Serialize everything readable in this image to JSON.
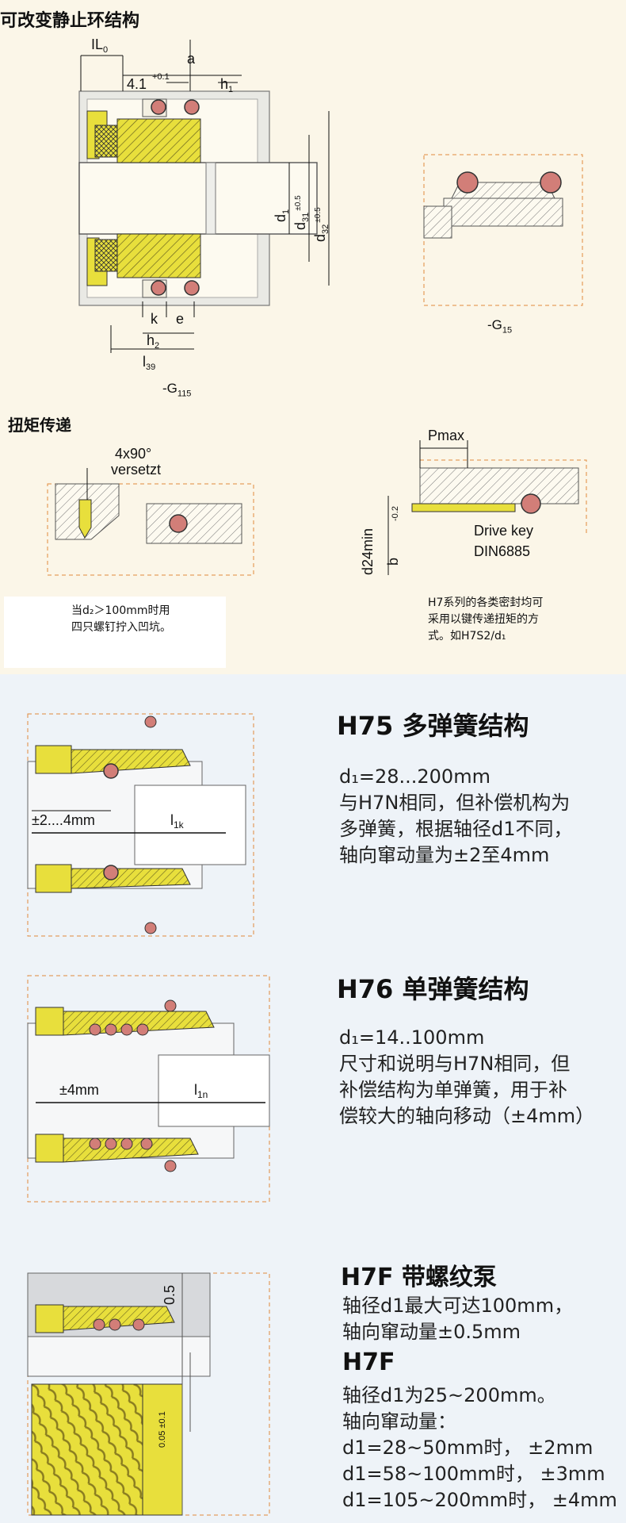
{
  "top": {
    "section_adjustable_title": "可改变静止环结构",
    "section_torque_title": "扭矩传递",
    "labels_main": {
      "IL0": "IL",
      "IL0_sub": "0",
      "a": "a",
      "d41": "4.1",
      "d41_tol": "+0.1",
      "h1": "h",
      "h1_sub": "1",
      "d1": "d",
      "d1_sub": "1",
      "d31": "d",
      "d31_sub": "31",
      "d31_tol": "±0.5",
      "d32": "d",
      "d32_sub": "32",
      "d32_tol": "±0.5",
      "k": "k",
      "e": "e",
      "h2": "h",
      "h2_sub": "2",
      "l39": "l",
      "l39_sub": "39",
      "g115": "-G",
      "g115_sub": "115"
    },
    "labels_g15": {
      "g15": "-G",
      "g15_sub": "15"
    },
    "labels_torque_left": {
      "angle": "4x90°",
      "versetzt": "versetzt"
    },
    "labels_torque_right": {
      "pmax": "Pmax",
      "d24min": "d24min",
      "tol": "-0.2",
      "b": "b",
      "drive_key": "Drive key",
      "din": "DIN6885"
    },
    "note_left": [
      "当d₂＞100mm时用",
      "四只螺钉拧入凹坑。"
    ],
    "note_right": [
      "H7系列的各类密封均可",
      "采用以键传递扭矩的方",
      "式。如H7S2/d₁"
    ]
  },
  "products": [
    {
      "title": "H75 多弹簧结构",
      "lines": [
        "d₁=28...200mm",
        "与H7N相同，但补偿机构为",
        "多弹簧，根据轴径d1不同，",
        "轴向窜动量为±2至4mm"
      ],
      "drawing_labels": {
        "travel": "±2....4mm",
        "length": "l",
        "length_sub": "1k"
      }
    },
    {
      "title": "H76 单弹簧结构",
      "lines": [
        "d₁=14..100mm",
        "尺寸和说明与H7N相同，但",
        "补偿结构为单弹簧，用于补",
        "偿较大的轴向移动（±4mm）"
      ],
      "drawing_labels": {
        "travel": "±4mm",
        "length": "l",
        "length_sub": "1n"
      }
    },
    {
      "title": "H7F 带螺纹泵",
      "lines": [
        "轴径d1最大可达100mm，",
        "轴向窜动量±0.5mm"
      ],
      "subtitle": "H7F",
      "sublines": [
        "轴径d1为25~200mm。",
        "轴向窜动量：",
        "d1=28~50mm时， ±2mm",
        "d1=58~100mm时， ±3mm",
        "d1=105~200mm时， ±4mm"
      ],
      "drawing_labels": {
        "gap": "0.5",
        "tol_small": "0.05  ±0.1"
      }
    }
  ],
  "colors": {
    "seal_yellow": "#e8df3c",
    "oring": "#d27e78",
    "top_bg": "#fbf6e8",
    "bottom_bg": "#eef3f8",
    "line": "#555555",
    "dashed_orange": "#e08a3c"
  }
}
